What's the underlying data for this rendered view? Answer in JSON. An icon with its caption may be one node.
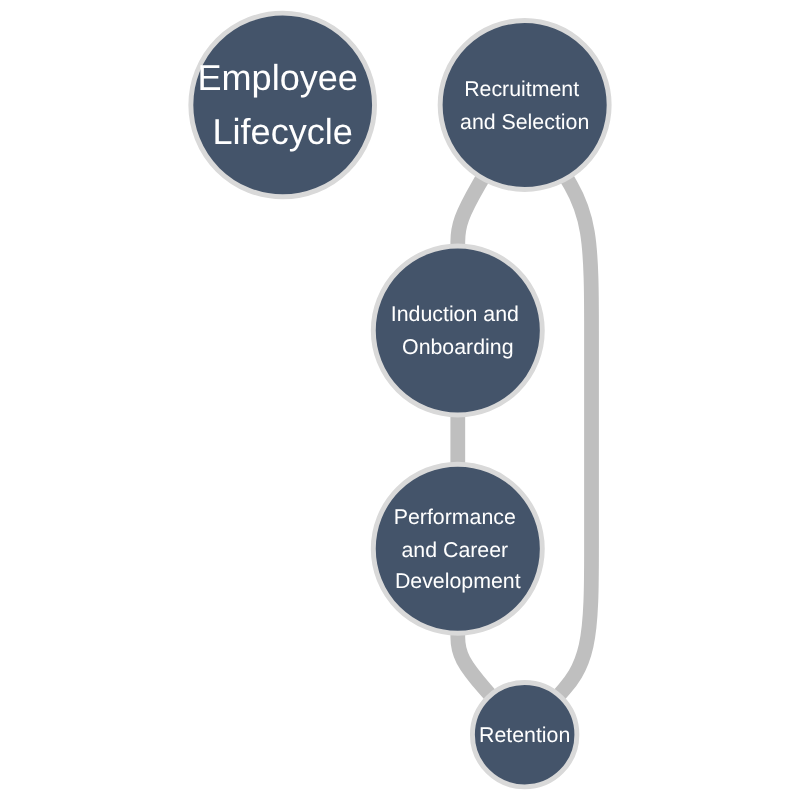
{
  "diagram": {
    "nodes": [
      {
        "text": [
          "Employee Lifecycle"
        ]
      },
      {
        "text": [
          "Recruitment and Selection"
        ]
      },
      {
        "text": [
          "Induction and Onboarding"
        ]
      },
      {
        "text": [
          "Performance and Career Development"
        ]
      },
      {
        "text": [
          "Retention"
        ]
      }
    ],
    "edges": [
      {
        "from": 1,
        "to": 2,
        "arrow": "none"
      },
      {
        "from": 2,
        "to": 3,
        "arrow": "none"
      },
      {
        "from": 3,
        "to": 4,
        "arrow": "none"
      },
      {
        "from": 4,
        "to": 1,
        "arrow": "none"
      }
    ]
  }
}
